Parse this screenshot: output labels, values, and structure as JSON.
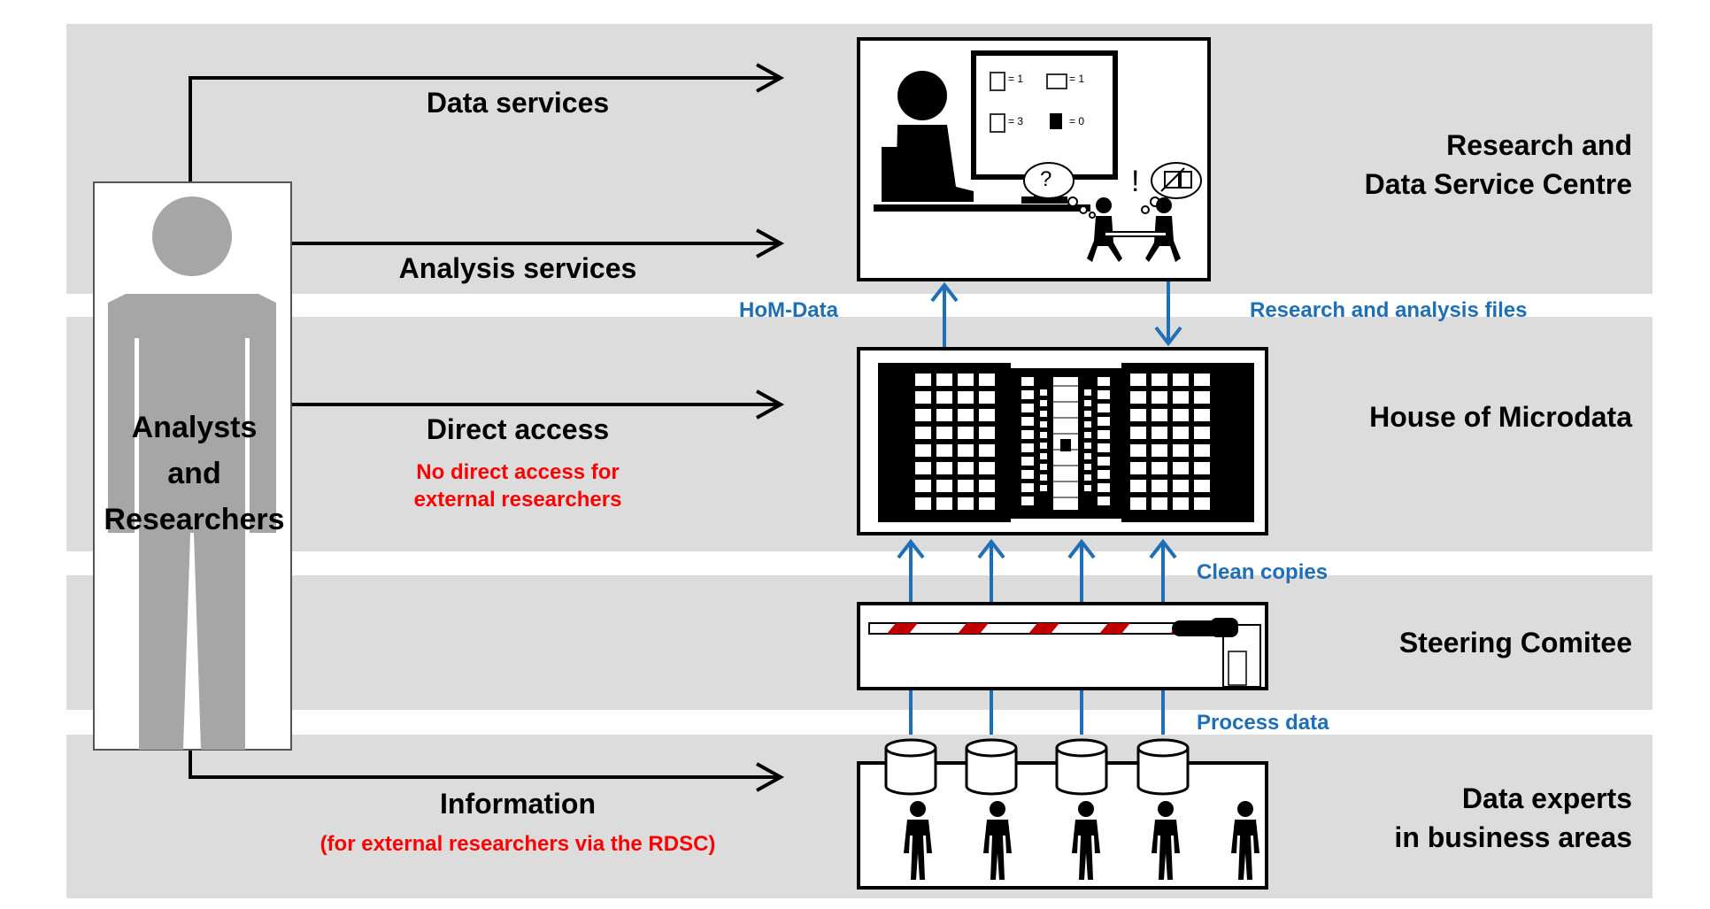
{
  "actor": {
    "label_line1": "Analysts",
    "label_line2": "and",
    "label_line3": "Researchers"
  },
  "flows": {
    "data_services": "Data services",
    "analysis_services": "Analysis services",
    "direct_access": "Direct access",
    "direct_access_note_line1": "No direct access for",
    "direct_access_note_line2": "external researchers",
    "information": "Information",
    "information_note": "(for external researchers via the RDSC)"
  },
  "layers": {
    "rdsc_line1": "Research and",
    "rdsc_line2": "Data Service Centre",
    "hom": "House of Microdata",
    "steering": "Steering Comitee",
    "experts_line1": "Data experts",
    "experts_line2": "in business areas"
  },
  "connectors": {
    "hom_data": "HoM-Data",
    "research_files": "Research and analysis files",
    "clean_copies": "Clean copies",
    "process_data": "Process data"
  },
  "monitor": {
    "c1": "= 1",
    "c2": "= 1",
    "c3": "= 3",
    "c4": "= 0"
  },
  "thought": {
    "question": "?",
    "exclaim": "!"
  },
  "colors": {
    "band": "#dcdcdc",
    "blue_arrow": "#1f6fb7",
    "red_text": "#ff0000",
    "figure_gray": "#a6a6a6"
  }
}
